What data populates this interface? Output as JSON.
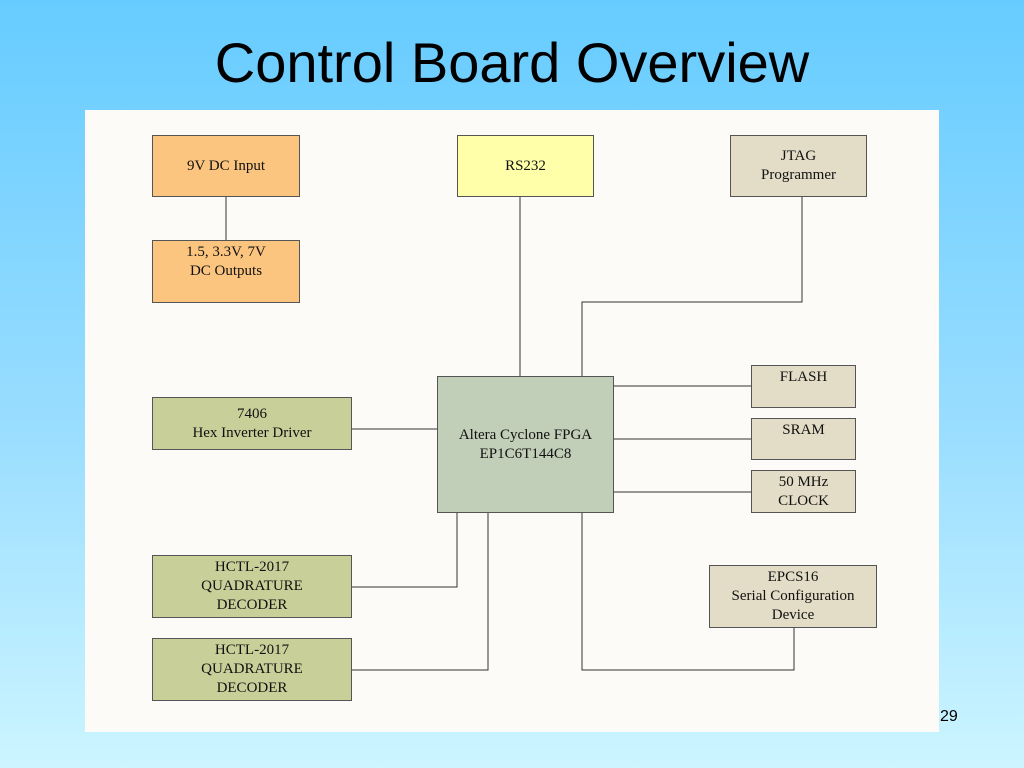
{
  "slide": {
    "title": "Control Board Overview",
    "page_number": "29"
  },
  "diagram": {
    "blocks": {
      "dc_input": "9V DC Input",
      "dc_outputs": "1.5, 3.3V, 7V\nDC Outputs",
      "rs232": "RS232",
      "jtag": "JTAG\nProgrammer",
      "hex_inverter": "7406\nHex Inverter Driver",
      "fpga": "Altera Cyclone FPGA\nEP1C6T144C8",
      "flash": "FLASH",
      "sram": "SRAM",
      "clock": "50 MHz\nCLOCK",
      "decoder_1": "HCTL-2017\nQUADRATURE\nDECODER",
      "decoder_2": "HCTL-2017\nQUADRATURE\nDECODER",
      "epcs16": "EPCS16\nSerial Configuration\nDevice"
    },
    "colors": {
      "power": "#fbc57f",
      "rs232": "#ffffaa",
      "peripheral": "#e3dcc6",
      "driver": "#c9cf98",
      "fpga": "#c2cfb8",
      "line": "#333333"
    }
  }
}
